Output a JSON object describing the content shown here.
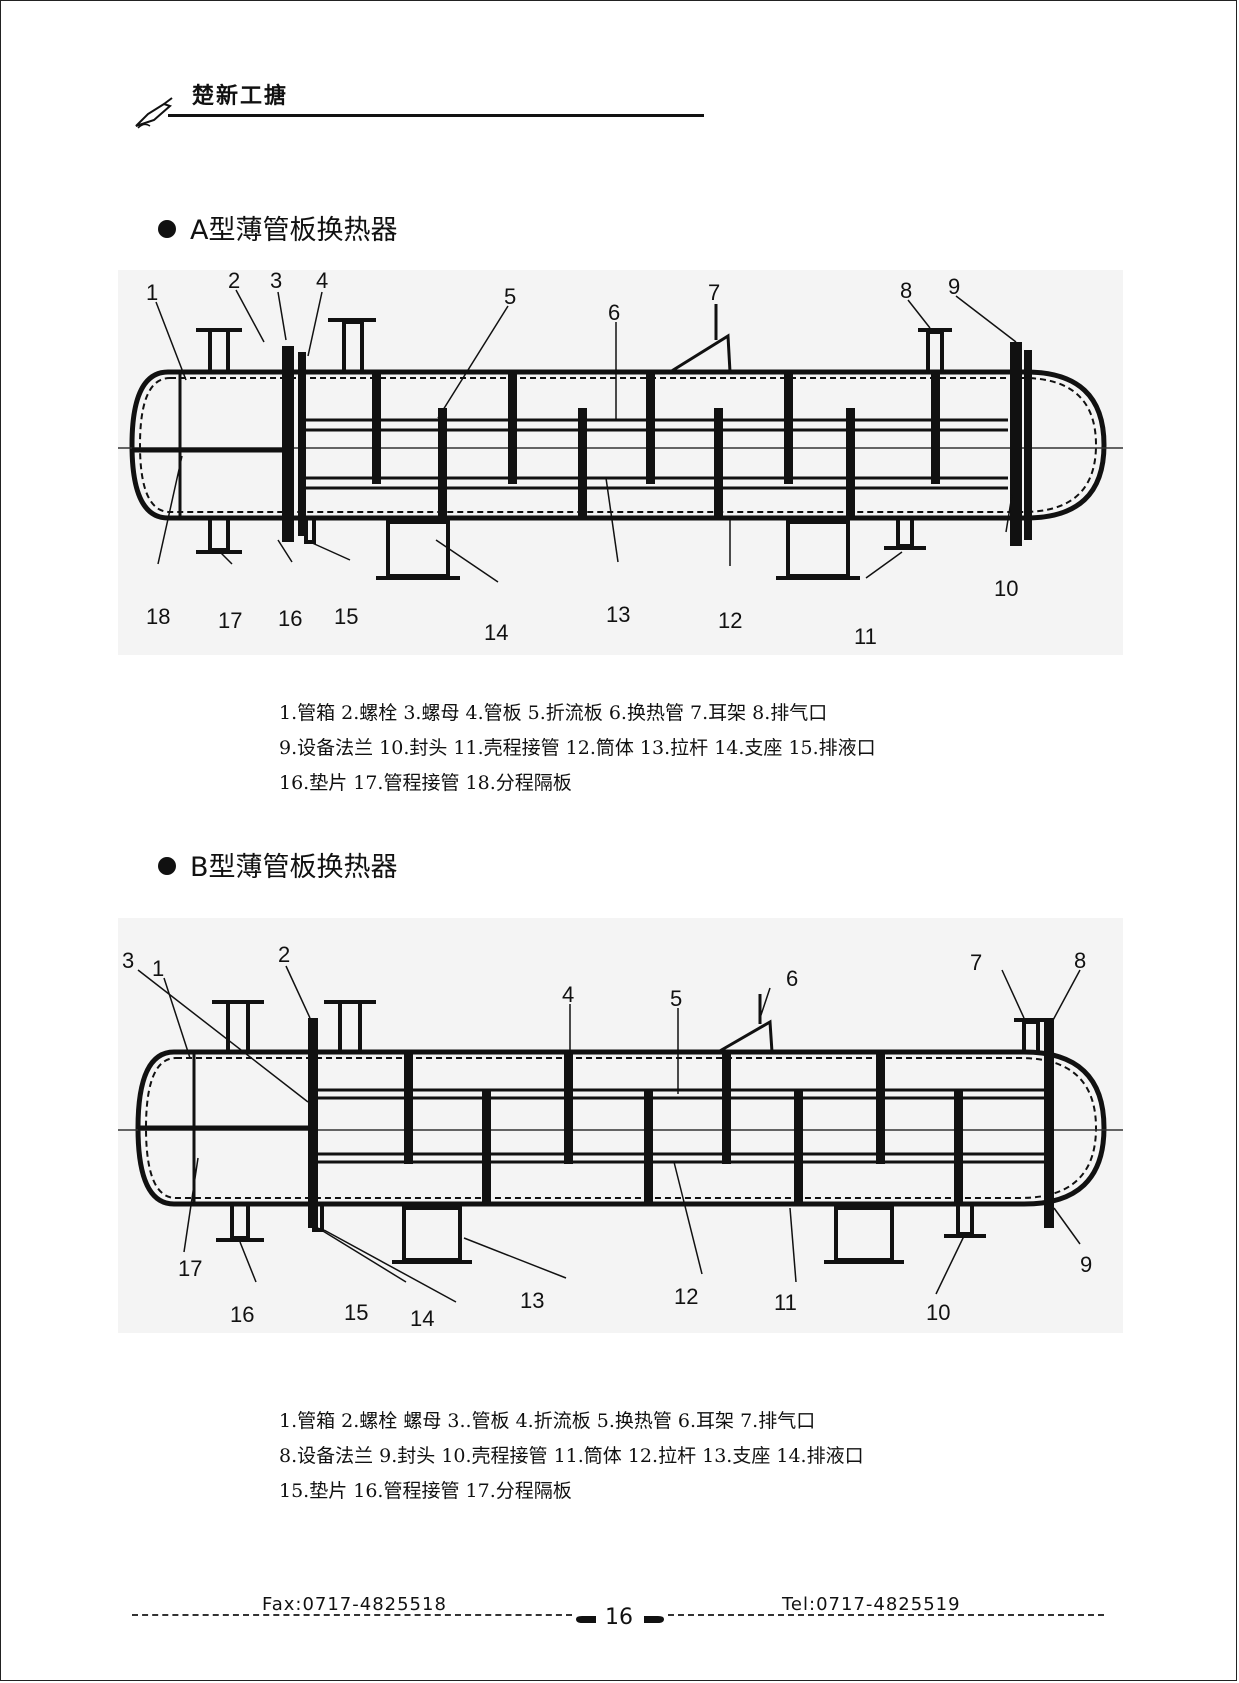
{
  "header": {
    "brand": "楚新工搪"
  },
  "sections": [
    {
      "title": "A型薄管板换热器",
      "labels": [
        "1",
        "2",
        "3",
        "4",
        "5",
        "6",
        "7",
        "8",
        "9",
        "10",
        "11",
        "12",
        "13",
        "14",
        "15",
        "16",
        "17",
        "18"
      ],
      "legend_lines": [
        "1.管箱  2.螺栓  3.螺母  4.管板  5.折流板  6.换热管  7.耳架  8.排气口",
        "9.设备法兰  10.封头  11.壳程接管  12.筒体   13.拉杆  14.支座  15.排液口",
        "16.垫片   17.管程接管  18.分程隔板"
      ]
    },
    {
      "title": "B型薄管板换热器",
      "labels": [
        "1",
        "2",
        "3",
        "4",
        "5",
        "6",
        "7",
        "8",
        "9",
        "10",
        "11",
        "12",
        "13",
        "14",
        "15",
        "16",
        "17"
      ],
      "legend_lines": [
        "1.管箱  2.螺栓 螺母  3..管板  4.折流板   5.换热管  6.耳架  7.排气口",
        "8.设备法兰   9.封头  10.壳程接管  11.筒体   12.拉杆  13.支座  14.排液口",
        "15.垫片   16.管程接管  17.分程隔板"
      ]
    }
  ],
  "footer": {
    "fax": "Fax:0717-4825518",
    "tel": "Tel:0717-4825519",
    "page": "16"
  }
}
